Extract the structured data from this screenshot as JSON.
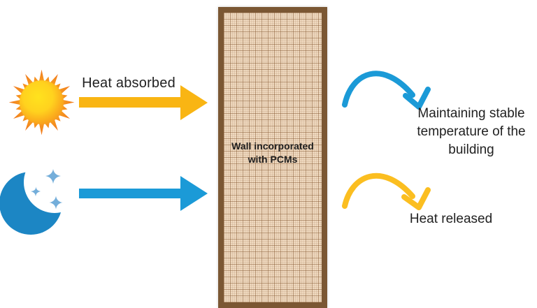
{
  "left": {
    "sun_icon": "sun-icon",
    "moon_icon": "moon-stars-icon",
    "heat_absorbed_label": "Heat absorbed"
  },
  "wall": {
    "label_lines": [
      "Wall incorporated",
      "with PCMs"
    ]
  },
  "right": {
    "maintaining_lines": [
      "Maintaining stable",
      "temperature of the",
      "building"
    ],
    "heat_released_label": "Heat released"
  },
  "colors": {
    "yellow_arrow": "#F9B513",
    "yellow_curved_arrow": "#FBBE20",
    "blue_arrow": "#1B9AD7",
    "blue_curved_arrow": "#1B9AD7",
    "moon_blue": "#1C86C4",
    "star_blue": "#74AEDA",
    "sun_ray_orange": "#F6921E",
    "sun_core_yellow": "#FFD91D",
    "wall_border_brown": "#7B5733",
    "wall_fill_tan": "#EFD9BF",
    "text_color": "#212121"
  }
}
